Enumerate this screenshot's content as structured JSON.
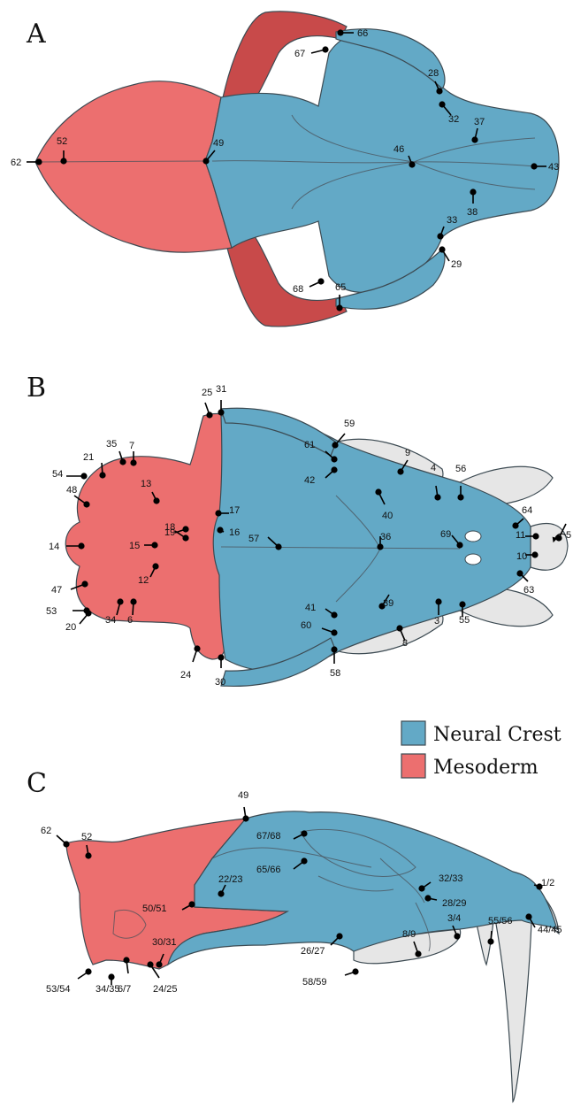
{
  "colors": {
    "neural_crest": "#63a9c6",
    "mesoderm": "#ec6f6f",
    "teeth": "#e6e6e6",
    "dark_mesoderm": "#c84a4a"
  },
  "legend": {
    "neural_crest_label": "Neural Crest",
    "mesoderm_label": "Mesoderm"
  },
  "panels": [
    {
      "letter": "A",
      "view": "dorsal",
      "landmarks": [
        "62",
        "52",
        "49",
        "46",
        "43",
        "37",
        "32",
        "28",
        "66",
        "67",
        "38",
        "33",
        "29",
        "65",
        "68"
      ]
    },
    {
      "letter": "B",
      "view": "ventral",
      "landmarks": [
        "25",
        "31",
        "59",
        "61",
        "42",
        "9",
        "4",
        "56",
        "40",
        "64",
        "11",
        "10",
        "5",
        "63",
        "69",
        "36",
        "57",
        "39",
        "3",
        "55",
        "8",
        "41",
        "60",
        "58",
        "24",
        "30",
        "54",
        "21",
        "35",
        "7",
        "48",
        "13",
        "19",
        "17",
        "18",
        "16",
        "14",
        "15",
        "12",
        "47",
        "53",
        "20",
        "34",
        "6"
      ]
    },
    {
      "letter": "C",
      "view": "lateral",
      "landmarks": [
        "49",
        "52",
        "62",
        "67/68",
        "65/66",
        "22/23",
        "50/51",
        "32/33",
        "28/29",
        "30/31",
        "44/45",
        "1/2",
        "3/4",
        "55/56",
        "8/9",
        "26/27",
        "58/59",
        "53/54",
        "34/35",
        "6/7",
        "24/25"
      ]
    }
  ]
}
